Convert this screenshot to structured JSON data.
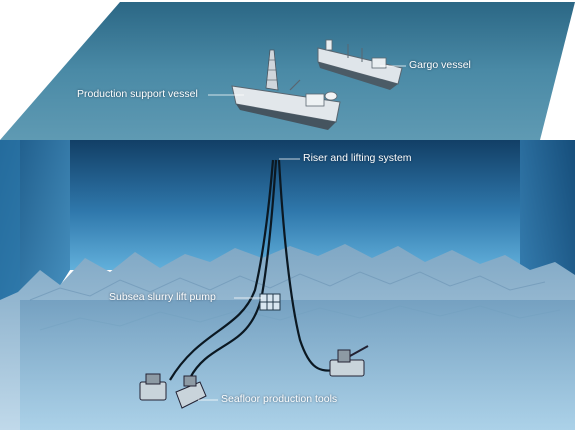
{
  "labels": {
    "cargo_vessel": "Gargo vessel",
    "production_support_vessel": "Production support vessel",
    "riser": "Riser and lifting system",
    "pump": "Subsea slurry lift pump",
    "tools": "Seafloor production tools"
  },
  "colors": {
    "sea_surface": "#3f7a95",
    "water_top": "#1f5f8f",
    "water_bottom": "#5aa9d6",
    "seafloor": "#9cc1d9",
    "riser_line": "#0b1822"
  }
}
